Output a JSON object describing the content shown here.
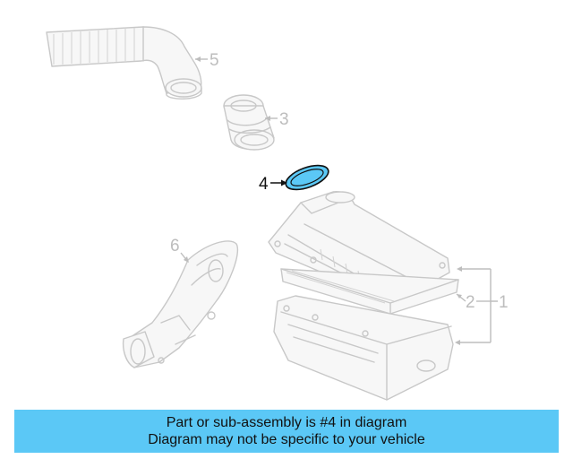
{
  "diagram": {
    "callouts": [
      {
        "id": "1",
        "label": "1",
        "highlighted": false
      },
      {
        "id": "2",
        "label": "2",
        "highlighted": false
      },
      {
        "id": "3",
        "label": "3",
        "highlighted": false
      },
      {
        "id": "4",
        "label": "4",
        "highlighted": true
      },
      {
        "id": "5",
        "label": "5",
        "highlighted": false
      },
      {
        "id": "6",
        "label": "6",
        "highlighted": false
      }
    ],
    "highlight_color": "#5bc8f6",
    "ghost_color": "#c8c8c8"
  },
  "banner": {
    "line1": "Part or sub-assembly is #4 in diagram",
    "line2": "Diagram may not be specific to your vehicle",
    "background": "#5bc8f6"
  }
}
